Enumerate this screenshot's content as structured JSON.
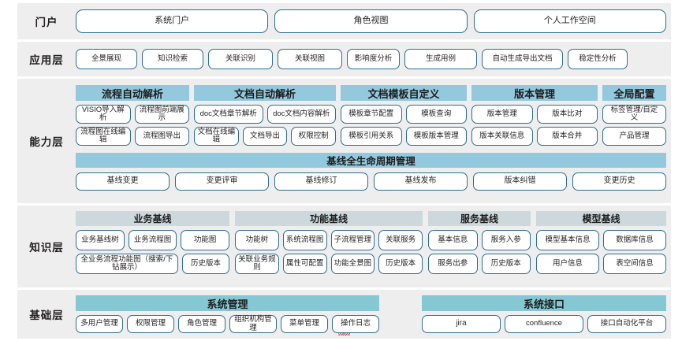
{
  "layers": [
    {
      "id": "portal",
      "label": "门户",
      "items": [
        "系统门户",
        "角色视图",
        "个人工作空间"
      ]
    },
    {
      "id": "application",
      "label": "应用层",
      "items": [
        "全景展现",
        "知识检索",
        "关联识别",
        "关联视图",
        "影响度分析",
        "生成用例",
        "自动生成导出文档",
        "稳定性分析"
      ]
    },
    {
      "id": "capability",
      "label": "能力层",
      "groups": [
        {
          "title": "流程自动解析",
          "rows": [
            [
              "VISIO导入解析",
              "流程图前端展\n示"
            ],
            [
              "流程图在线编辑",
              "流程图导出"
            ]
          ]
        },
        {
          "title": "文档自动解析",
          "rows": [
            [
              "doc文档章节解析",
              "doc文档内容解析"
            ],
            [
              "文档在线编辑",
              "文档导出",
              "权限控制"
            ]
          ]
        },
        {
          "title": "文档模板自定义",
          "rows": [
            [
              "模板章节配置",
              "模板查询"
            ],
            [
              "模板引用关系",
              "模板版本管理"
            ]
          ]
        },
        {
          "title": "版本管理",
          "rows": [
            [
              "版本管理",
              "版本比对"
            ],
            [
              "版本关联信息",
              "版本合并"
            ]
          ]
        },
        {
          "title": "全局配置",
          "rows": [
            [
              "标签管理/自定\n义"
            ],
            [
              "产品管理"
            ]
          ]
        }
      ],
      "lifecycle": {
        "title": "基线全生命周期管理",
        "items": [
          "基线变更",
          "变更评审",
          "基线修订",
          "基线发布",
          "版本纠错",
          "变更历史"
        ]
      }
    },
    {
      "id": "knowledge",
      "label": "知识层",
      "groups": [
        {
          "title": "业务基线",
          "rows": [
            [
              "业务基线树",
              "业务流程图",
              "功能图"
            ],
            [
              "全业务流程功能图（搜索/下\n钻展示）",
              "历史版本"
            ]
          ]
        },
        {
          "title": "功能基线",
          "rows": [
            [
              "功能树",
              "系统流程图",
              "子流程管理",
              "关联服务"
            ],
            [
              "关联业务规则",
              "属性可配置",
              "功能全景图",
              "历史版本"
            ]
          ]
        },
        {
          "title": "服务基线",
          "rows": [
            [
              "基本信息",
              "服务入参"
            ],
            [
              "服务出参",
              "历史版本"
            ]
          ]
        },
        {
          "title": "模型基线",
          "rows": [
            [
              "模型基本信息",
              "数据库信息"
            ],
            [
              "用户信息",
              "表空间信息"
            ]
          ]
        }
      ]
    },
    {
      "id": "foundation",
      "label": "基础层",
      "groups": [
        {
          "title": "系统管理",
          "rows": [
            [
              "多用户管理",
              "权限管理",
              "角色管理",
              "组织机构管理",
              "菜单管理",
              "操作日志"
            ]
          ]
        },
        {
          "title": "系统接口",
          "rows": [
            [
              "jira",
              "confluence",
              "接口自动化平台"
            ]
          ]
        }
      ]
    }
  ],
  "colors": {
    "band_bg": "#eeeeee",
    "pill_border": "#2e6d8e",
    "capability_header": "#93c9dd",
    "knowledge_header": "#ccd8dc",
    "foundation_header": "#85c8d3",
    "lifecycle_header": "#93c9dd"
  }
}
